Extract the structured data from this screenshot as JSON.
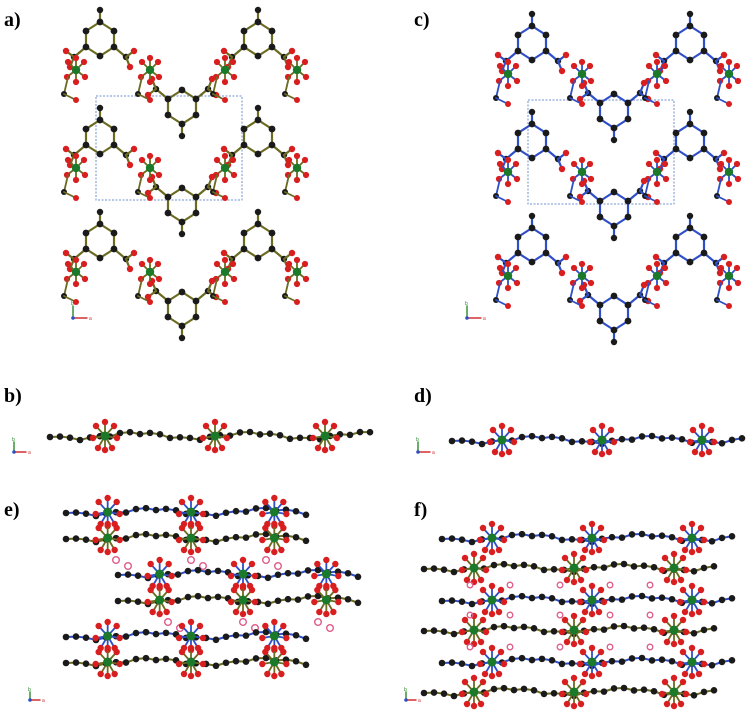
{
  "panels": [
    {
      "id": "a",
      "label": "a)"
    },
    {
      "id": "b",
      "label": "b)"
    },
    {
      "id": "c",
      "label": "c)"
    },
    {
      "id": "d",
      "label": "d)"
    },
    {
      "id": "e",
      "label": "e)"
    },
    {
      "id": "f",
      "label": "f)"
    }
  ],
  "axes_labels": {
    "a_axis": "a",
    "b_axis": "b",
    "c_axis": "c"
  },
  "colors": {
    "background": "#ffffff",
    "carbon": "#1a1a1a",
    "oxygen": "#d81e1e",
    "metal": "#1a7a2a",
    "bond_olive": "#6b6b22",
    "bond_blue": "#2f4fc8",
    "cell": "#6f8fcf"
  }
}
